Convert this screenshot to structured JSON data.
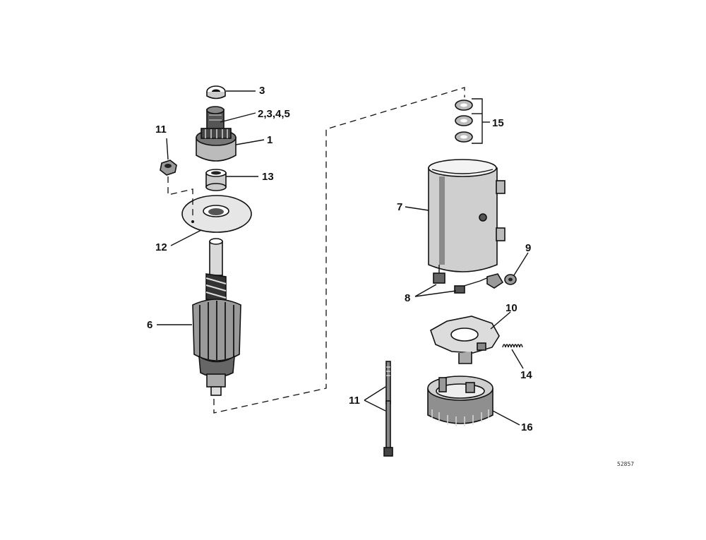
{
  "diagram": {
    "labels": {
      "p1": "1",
      "p2345": "2,3,4,5",
      "p3": "3",
      "p6": "6",
      "p7": "7",
      "p8": "8",
      "p9": "9",
      "p10": "10",
      "p11a": "11",
      "p11b": "11",
      "p12": "12",
      "p13": "13",
      "p14": "14",
      "p15": "15",
      "p16": "16"
    },
    "drawing_number": "52857"
  }
}
